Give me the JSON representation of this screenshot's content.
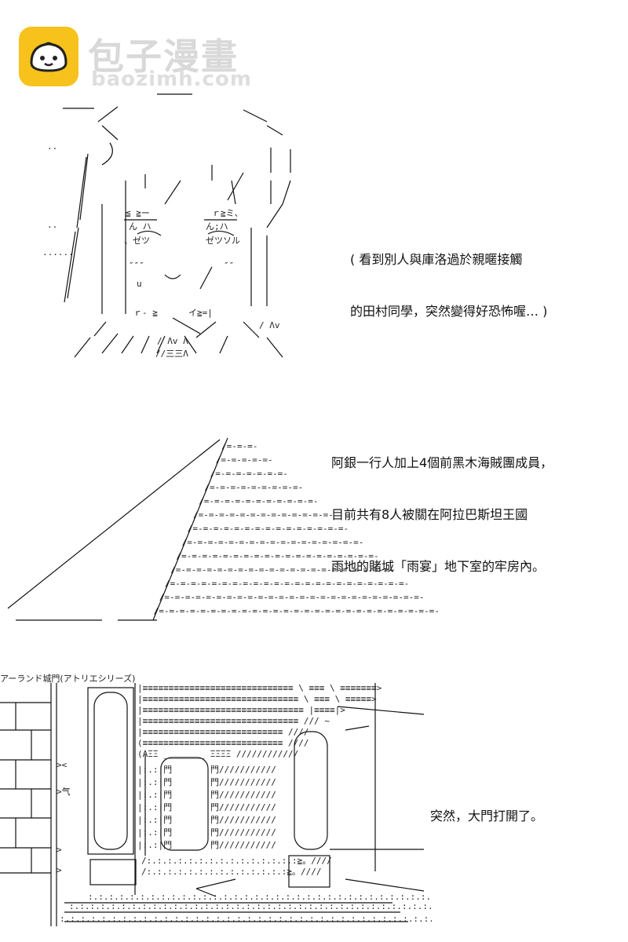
{
  "watermark": {
    "title_cn": "包子漫畫",
    "domain": "baozimh.com",
    "icon": "bun-face-icon",
    "brand_color": "#f6c21b"
  },
  "panels": [
    {
      "caption_lines": [
        "( 看到別人與庫洛過於親暱接觸",
        "的田村同學，突然變得好恐怖喔… )"
      ]
    },
    {
      "caption_lines": [
        "阿銀一行人加上4個前黑木海賊團成員，",
        "目前共有8人被關在阿拉巴斯坦王國",
        "雨地的賭城「雨宴」地下室的牢房內。"
      ]
    },
    {
      "caption_lines": [
        "突然，大門打開了。"
      ],
      "scene_label": "アーランド城門(アトリエシリーズ)"
    }
  ]
}
